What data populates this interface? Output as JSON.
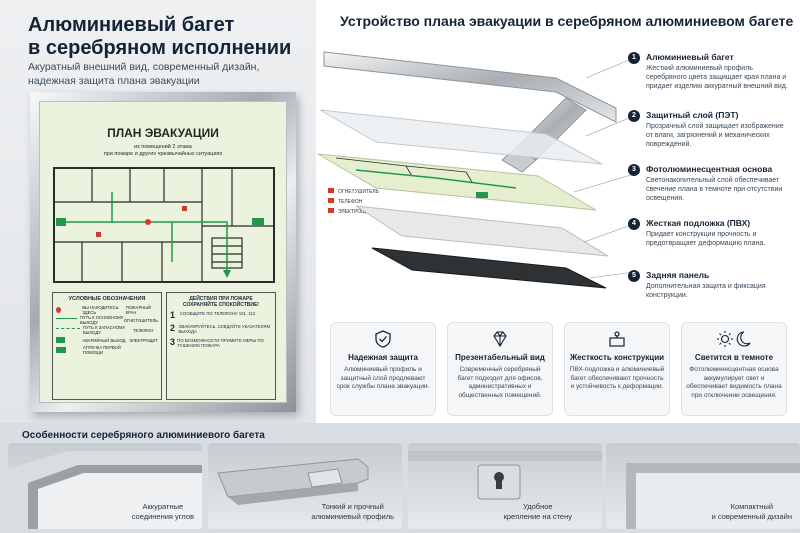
{
  "left": {
    "title_line1": "Алюминиевый багет",
    "title_line2": "в серебряном исполнении",
    "subtitle_line1": "Акуратный внешний вид, современный дизайн,",
    "subtitle_line2": "надежная защита плана эвакуации"
  },
  "plan": {
    "title": "ПЛАН ЭВАКУАЦИИ",
    "sub_line1": "из помещений 2 этажа",
    "sub_line2": "при пожаре и других чрезвычайных ситуациях",
    "legend_title": "УСЛОВНЫЕ ОБОЗНАЧЕНИЯ",
    "legend": [
      {
        "label": "ВЫ НАХОДИТЕСЬ ЗДЕСЬ",
        "label2": "ПОЖАРНЫЙ КРАН"
      },
      {
        "label": "ПУТЬ К ОСНОВНОМУ ВЫХОДУ",
        "label2": "ОГНЕТУШИТЕЛЬ"
      },
      {
        "label": "ПУТЬ К ЗАПАСНОМУ ВЫХОДУ",
        "label2": "ТЕЛЕФОН"
      },
      {
        "label": "АВАРИЙНЫЙ ВЫХОД",
        "label2": "ЭЛЕКТРОЩИТ"
      },
      {
        "label": "АПТЕЧКА ПЕРВОЙ ПОМОЩИ",
        "label2": ""
      }
    ],
    "actions_title_line1": "ДЕЙСТВИЯ ПРИ ПОЖАРЕ",
    "actions_title_line2": "СОХРАНЯЙТЕ СПОКОЙСТВИЕ!",
    "actions": [
      {
        "num": "1",
        "text": "СООБЩИТЕ ПО ТЕЛЕФОНУ 101, 112"
      },
      {
        "num": "2",
        "text": "ЭВАКУИРУЙТЕСЬ, СЛЕДУЙТЕ УКАЗАТЕЛЯМ ВЫХОДА"
      },
      {
        "num": "3",
        "text": "ПО ВОЗМОЖНОСТИ ПРИМИТЕ МЕРЫ ПО ТУШЕНИЮ ПОЖАРА"
      }
    ]
  },
  "right": {
    "title": "Устройство плана эвакуации в серебряном алюминиевом багете",
    "layer_labels": [
      "ОГНЕТУШИТЕЛЬ",
      "ТЕЛЕФОН",
      "ЭЛЕКТРОЩИТ"
    ],
    "callouts": [
      {
        "num": "1",
        "title": "Алюминиевый багет",
        "text": "Жесткий алюминиевый профиль серебряного цвета защищает края плана и придает изделию аккуратный внешний вид."
      },
      {
        "num": "2",
        "title": "Защитный слой (ПЭТ)",
        "text": "Прозрачный слой защищает изображение от влаги, загрязнений и механических повреждений."
      },
      {
        "num": "3",
        "title": "Фотолюминесцентная основа",
        "text": "Светонакопительный слой обеспечивает свечение плана в темноте при отсутствии освещения."
      },
      {
        "num": "4",
        "title": "Жесткая подложка (ПВХ)",
        "text": "Придает конструкции прочность и предотвращает деформацию плана."
      },
      {
        "num": "5",
        "title": "Задняя панель",
        "text": "Дополнительная защита и фиксация конструкции."
      }
    ],
    "features": [
      {
        "title": "Надежная защита",
        "text": "Алюминиевый профиль и защитный слой продлевают срок службы плана эвакуации.",
        "icon": "shield-check-icon"
      },
      {
        "title": "Презентабельный вид",
        "text": "Современный серебряный багет подходит для офисов, административных и общественных помещений.",
        "icon": "diamond-icon"
      },
      {
        "title": "Жесткость конструкции",
        "text": "ПВХ-подложка и алюминиевый багет обеспечивают прочность и устойчивость к деформации.",
        "icon": "panel-icon"
      },
      {
        "title": "Светится в темноте",
        "text": "Фотолюминесцентная основа аккумулирует свет и обеспечивает видимость плана при отключении освещения.",
        "icon": "sun-moon-icon"
      }
    ]
  },
  "bottom": {
    "title": "Особенности серебряного алюминиевого багета",
    "items": [
      {
        "line1": "Аккуратные",
        "line2": "соединения углов"
      },
      {
        "line1": "Тонкий и прочный",
        "line2": "алюминиевый профиль"
      },
      {
        "line1": "Удобное",
        "line2": "крепление на стену"
      },
      {
        "line1": "Компактный",
        "line2": "и современный дизайн"
      }
    ]
  },
  "colors": {
    "navy": "#142436",
    "evac_green": "#1f9a4a",
    "fire_red": "#d23a2a",
    "glow_bg": "#ebf2dd"
  }
}
